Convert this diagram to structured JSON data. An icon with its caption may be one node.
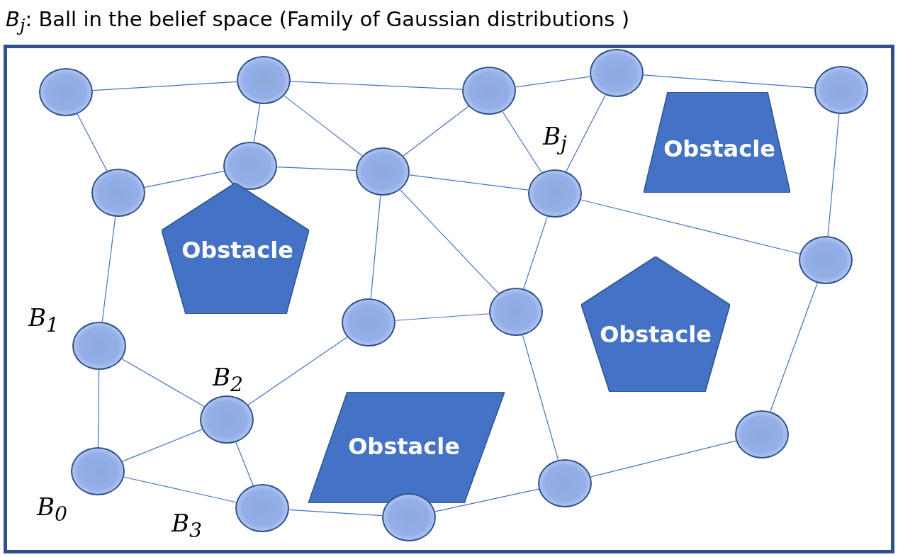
{
  "diagram": {
    "nodes": [
      {
        "text": [
          "*B*$_{j}$: Ball in the belief space (Family of Gaussian distributions )"
        ]
      },
      {
        "text": [],
        "shape": "circle",
        "in": 0
      },
      {
        "text": [],
        "shape": "circle",
        "in": 0
      },
      {
        "text": [],
        "shape": "circle",
        "in": 0
      },
      {
        "text": [],
        "shape": "circle",
        "in": 0
      },
      {
        "text": [],
        "shape": "circle",
        "in": 0
      },
      {
        "text": [
          "Obstacle"
        ],
        "in": 0
      },
      {
        "text": [],
        "shape": "circle",
        "in": 0
      },
      {
        "text": [],
        "shape": "circle",
        "in": 0
      },
      {
        "text": [],
        "shape": "circle",
        "in": 0
      },
      {
        "text": [],
        "shape": "circle",
        "in": 0,
        "beside": [
          "B$_{j}$"
        ]
      },
      {
        "text": [
          "Obstacle"
        ],
        "in": 0
      },
      {
        "text": [],
        "shape": "circle",
        "in": 0
      },
      {
        "text": [
          "Obstacle"
        ],
        "in": 0
      },
      {
        "text": [],
        "shape": "circle",
        "in": 0
      },
      {
        "text": [],
        "shape": "circle",
        "in": 0
      },
      {
        "text": [],
        "shape": "circle",
        "in": 0,
        "beside": [
          "B$_{1}$"
        ]
      },
      {
        "text": [],
        "shape": "circle",
        "in": 0,
        "beside": [
          "B$_{2}$"
        ]
      },
      {
        "text": [
          "Obstacle"
        ],
        "in": 0
      },
      {
        "text": [],
        "shape": "circle",
        "in": 0
      },
      {
        "text": [],
        "shape": "circle",
        "in": 0,
        "beside": [
          "B$_{0}$"
        ]
      },
      {
        "text": [],
        "shape": "circle",
        "in": 0,
        "beside": [
          "B$_{3}$"
        ]
      },
      {
        "text": [],
        "shape": "circle",
        "in": 0
      },
      {
        "text": [],
        "shape": "circle",
        "in": 0
      }
    ],
    "edges": [
      {
        "from": 1,
        "to": 2,
        "arrow": "none"
      },
      {
        "from": 2,
        "to": 3,
        "arrow": "none"
      },
      {
        "from": 3,
        "to": 4,
        "arrow": "none"
      },
      {
        "from": 4,
        "to": 5,
        "arrow": "none"
      },
      {
        "from": 1,
        "to": 7,
        "arrow": "none"
      },
      {
        "from": 2,
        "to": 8,
        "arrow": "none"
      },
      {
        "from": 2,
        "to": 9,
        "arrow": "none"
      },
      {
        "from": 3,
        "to": 9,
        "arrow": "none"
      },
      {
        "from": 3,
        "to": 10,
        "arrow": "none"
      },
      {
        "from": 4,
        "to": 10,
        "arrow": "none"
      },
      {
        "from": 7,
        "to": 8,
        "arrow": "none"
      },
      {
        "from": 8,
        "to": 9,
        "arrow": "none"
      },
      {
        "from": 9,
        "to": 10,
        "arrow": "none"
      },
      {
        "from": 9,
        "to": 14,
        "arrow": "none"
      },
      {
        "from": 9,
        "to": 15,
        "arrow": "none"
      },
      {
        "from": 10,
        "to": 12,
        "arrow": "none"
      },
      {
        "from": 10,
        "to": 15,
        "arrow": "none"
      },
      {
        "from": 5,
        "to": 12,
        "arrow": "none"
      },
      {
        "from": 7,
        "to": 16,
        "arrow": "none"
      },
      {
        "from": 14,
        "to": 15,
        "arrow": "none"
      },
      {
        "from": 14,
        "to": 17,
        "arrow": "none"
      },
      {
        "from": 16,
        "to": 17,
        "arrow": "none"
      },
      {
        "from": 16,
        "to": 20,
        "arrow": "none"
      },
      {
        "from": 17,
        "to": 20,
        "arrow": "none"
      },
      {
        "from": 17,
        "to": 21,
        "arrow": "none"
      },
      {
        "from": 20,
        "to": 21,
        "arrow": "none"
      },
      {
        "from": 21,
        "to": 22,
        "arrow": "none"
      },
      {
        "from": 22,
        "to": 23,
        "arrow": "none"
      },
      {
        "from": 23,
        "to": 19,
        "arrow": "none"
      },
      {
        "from": 19,
        "to": 12,
        "arrow": "none"
      },
      {
        "from": 15,
        "to": 23,
        "arrow": "none"
      }
    ]
  }
}
